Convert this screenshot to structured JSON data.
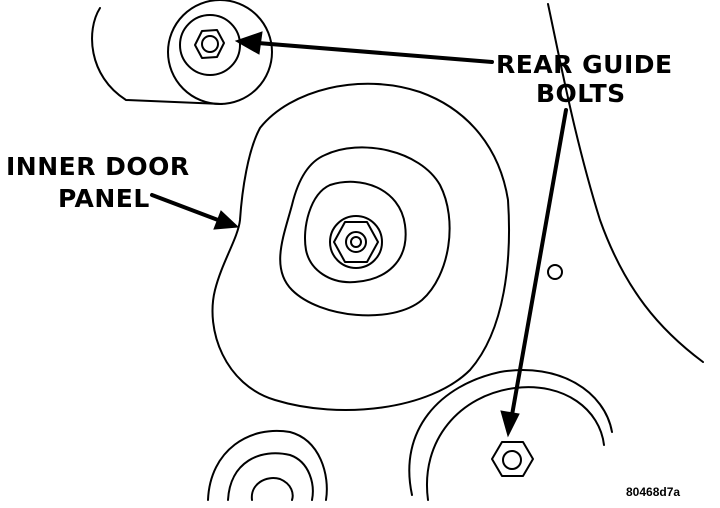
{
  "labels": {
    "rear_guide_bolts_line1": "REAR GUIDE",
    "rear_guide_bolts_line2": "BOLTS",
    "inner_door_panel_line1": "INNER DOOR",
    "inner_door_panel_line2": "PANEL",
    "figure_id": "80468d7a"
  },
  "colors": {
    "ink": "#000000",
    "background": "#ffffff"
  }
}
